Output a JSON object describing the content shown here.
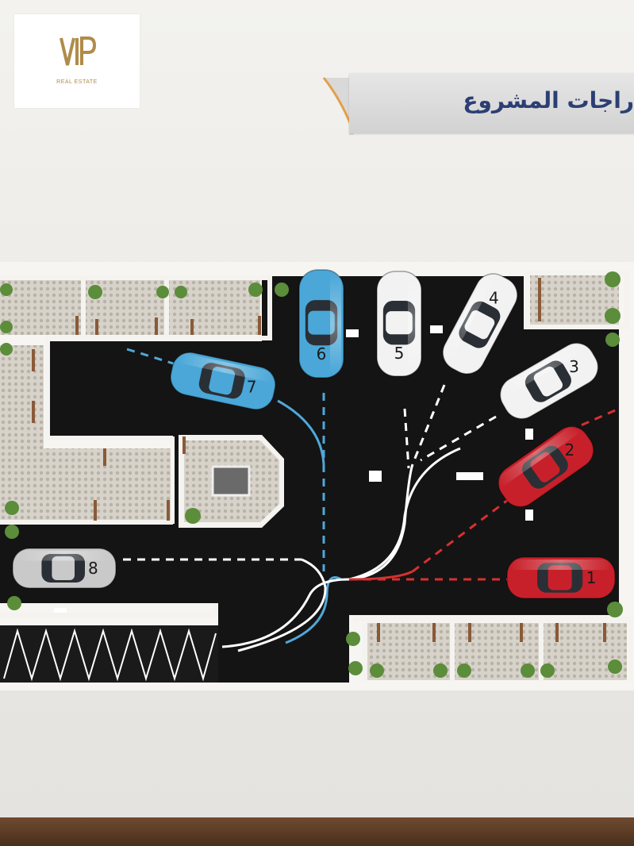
{
  "logo": {
    "mark": "VIP",
    "subtitle": "REAL ESTATE"
  },
  "banner": {
    "title": "راجات المشروع"
  },
  "colors": {
    "road": "#141414",
    "paving": "#c9c4bb",
    "wall": "#f4f3f0",
    "car_blue": "#4aa7d8",
    "car_white": "#f2f2f2",
    "car_red": "#c8202a",
    "car_silver": "#c9c9c9",
    "path_white": "#ffffff",
    "path_blue": "#4fa8d8",
    "path_red": "#d83030",
    "logo_gold": "#b08c4a",
    "banner_text": "#2c3f73"
  },
  "cars": [
    {
      "number": "1",
      "color": "red"
    },
    {
      "number": "2",
      "color": "red"
    },
    {
      "number": "3",
      "color": "white"
    },
    {
      "number": "4",
      "color": "white"
    },
    {
      "number": "5",
      "color": "white"
    },
    {
      "number": "6",
      "color": "blue"
    },
    {
      "number": "7",
      "color": "blue"
    },
    {
      "number": "8",
      "color": "silver"
    }
  ]
}
